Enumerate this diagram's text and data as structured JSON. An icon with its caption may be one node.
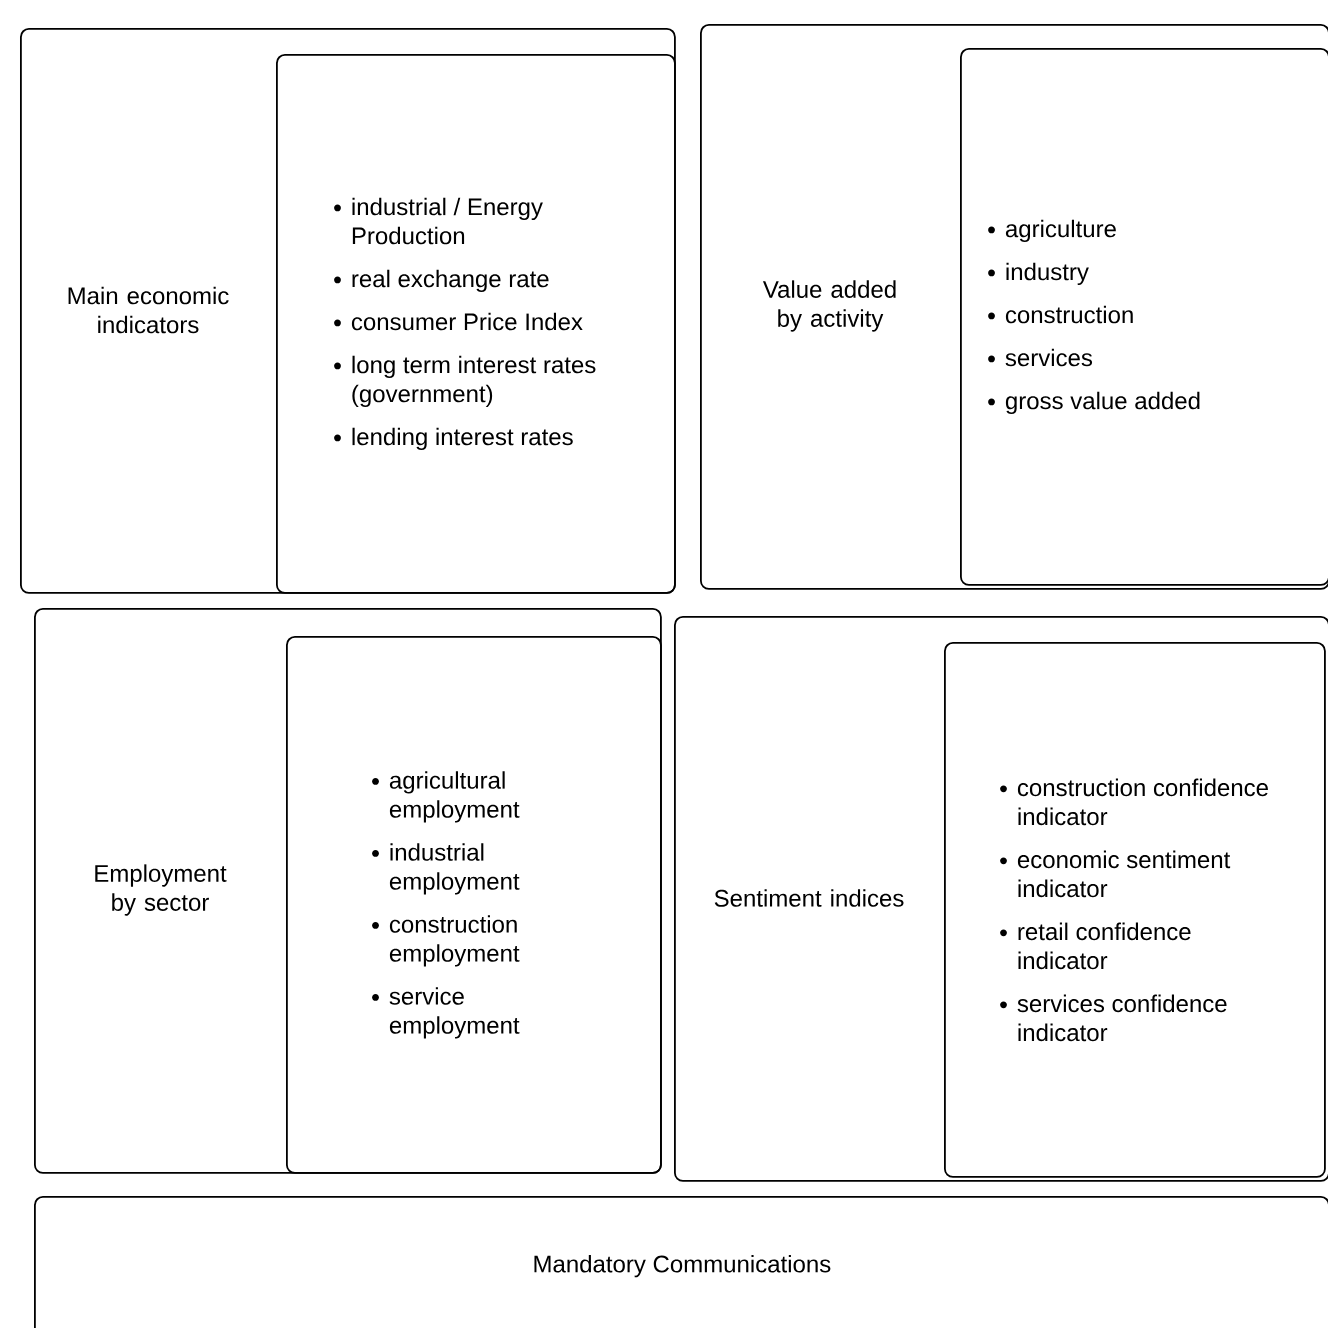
{
  "diagram": {
    "nodes": [
      {
        "text": [
          "Main economic indicators"
        ]
      },
      {
        "text": [
          "industrial / Energy Production",
          "real exchange rate",
          "consumer Price Index",
          "long term interest rates (government)",
          "lending interest rates"
        ],
        "in": 0
      },
      {
        "text": [
          "Value added by activity"
        ]
      },
      {
        "text": [
          "agriculture",
          "industry",
          "construction",
          "services",
          "gross value added"
        ],
        "in": 2
      },
      {
        "text": [
          "Employment by sector"
        ]
      },
      {
        "text": [
          "agricultural employment",
          "industrial employment",
          "construction employment",
          "service employment"
        ],
        "in": 4
      },
      {
        "text": [
          "Sentiment indices"
        ]
      },
      {
        "text": [
          "construction confidence indicator",
          "economic sentiment indicator",
          "retail confidence indicator",
          "services confidence indicator"
        ],
        "in": 6
      },
      {
        "text": [
          "Mandatory Communications"
        ]
      }
    ]
  }
}
